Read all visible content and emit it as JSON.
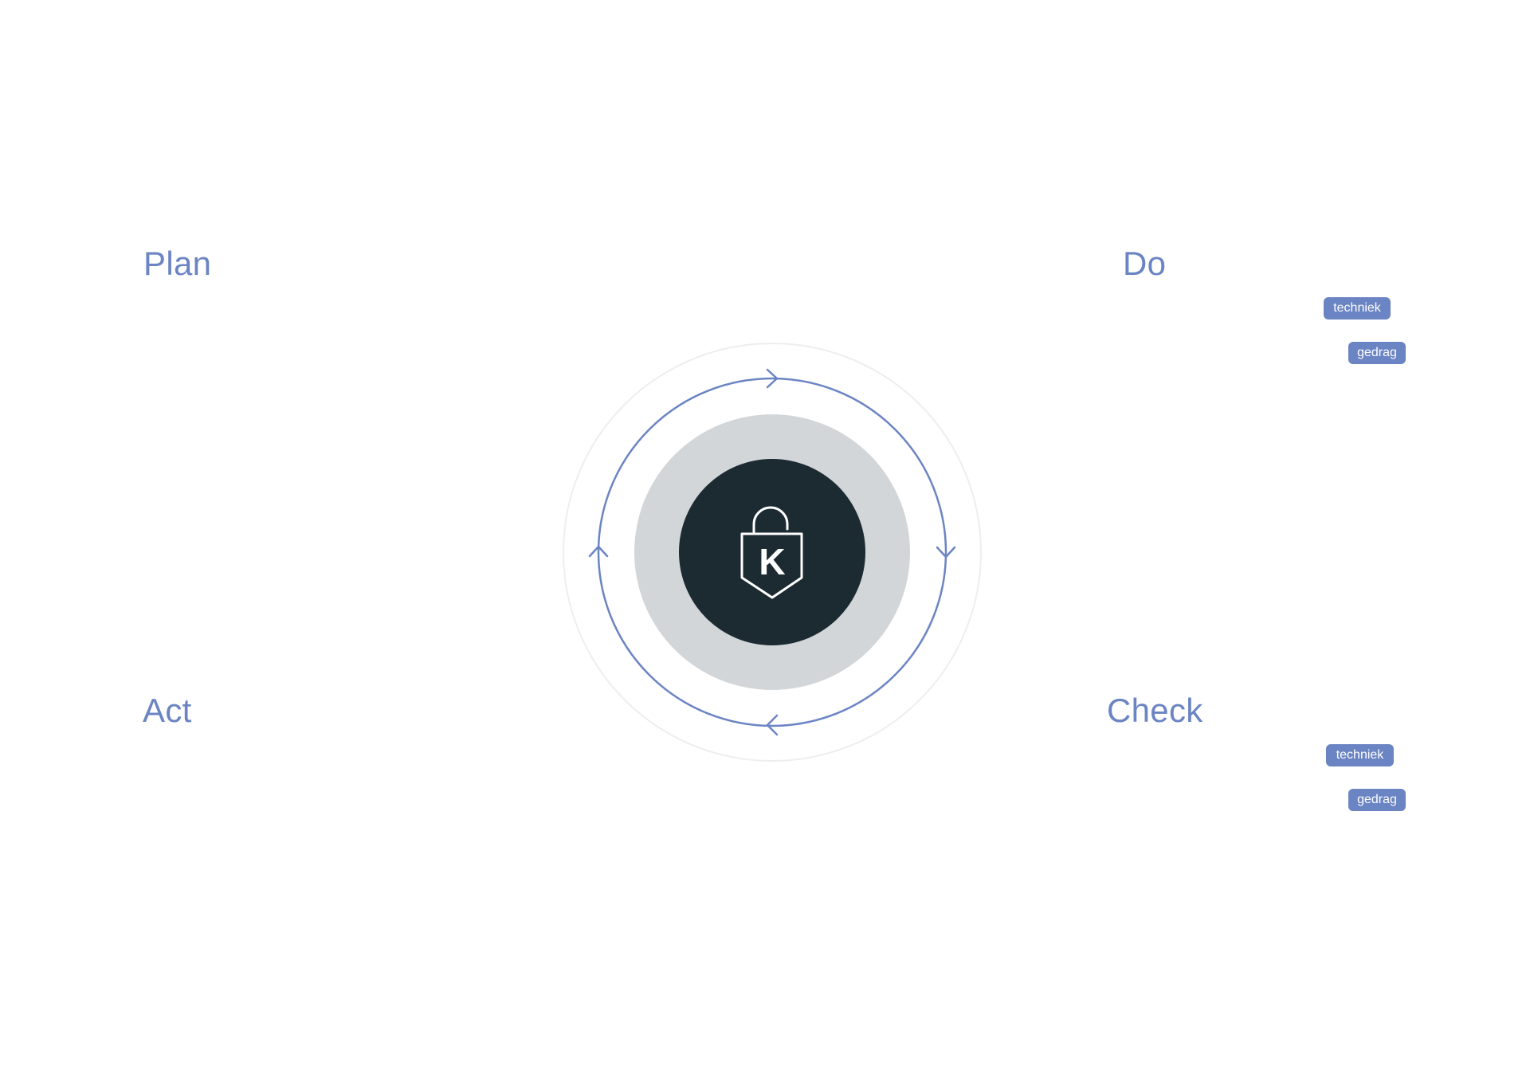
{
  "phases": {
    "plan": {
      "title": "Plan"
    },
    "do": {
      "title": "Do",
      "tags": [
        "techniek",
        "gedrag"
      ]
    },
    "check": {
      "title": "Check",
      "tags": [
        "techniek",
        "gedrag"
      ]
    },
    "act": {
      "title": "Act"
    }
  },
  "logo": {
    "letter": "K",
    "icon": "padlock-shield-icon"
  },
  "colors": {
    "accent": "#6b84c3",
    "tag_text": "#ffffff",
    "core": "#1c2a32",
    "halo": "#d3d6d8",
    "outer_ring": "#eeeeee",
    "background": "#ffffff"
  }
}
